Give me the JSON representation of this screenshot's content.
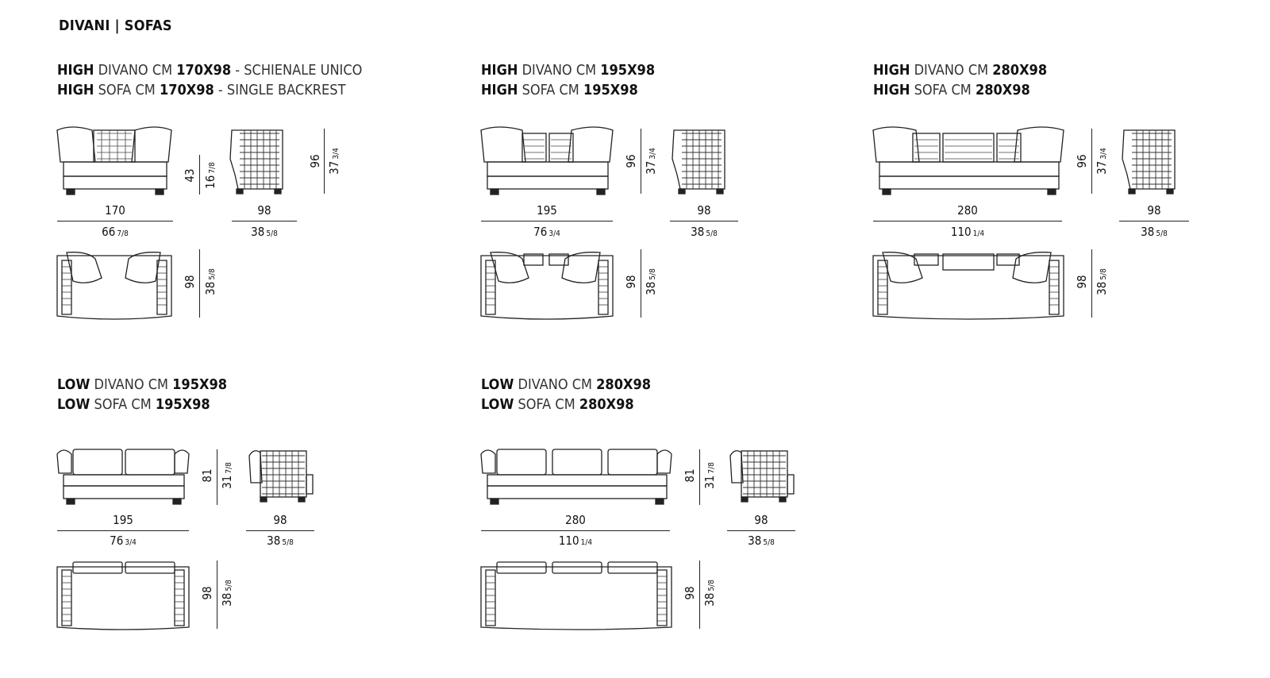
{
  "page_title": "DIVANI | SOFAS",
  "products": [
    {
      "id": "high-170",
      "it": {
        "model": "HIGH",
        "word": "DIVANO CM",
        "size": "170X98",
        "suffix": "- SCHIENALE UNICO"
      },
      "en": {
        "model": "HIGH",
        "word": "SOFA CM",
        "size": "170X98",
        "suffix": "- SINGLE BACKREST"
      },
      "front_width_cm": "170",
      "front_width_in": "66",
      "front_width_in_frac": "7/8",
      "seat_height_cm": "43",
      "seat_height_in": "16",
      "seat_height_in_frac": "7/8",
      "side_depth_cm": "98",
      "side_depth_in": "38",
      "side_depth_in_frac": "5/8",
      "side_height_cm": "96",
      "side_height_in": "37",
      "side_height_in_frac": "3/4",
      "top_depth_cm": "98",
      "top_depth_in": "38",
      "top_depth_in_frac": "5/8"
    },
    {
      "id": "high-195",
      "it": {
        "model": "HIGH",
        "word": "DIVANO CM",
        "size": "195X98",
        "suffix": ""
      },
      "en": {
        "model": "HIGH",
        "word": "SOFA CM",
        "size": "195X98",
        "suffix": ""
      },
      "front_width_cm": "195",
      "front_width_in": "76",
      "front_width_in_frac": "3/4",
      "front_height_cm": "96",
      "front_height_in": "37",
      "front_height_in_frac": "3/4",
      "side_depth_cm": "98",
      "side_depth_in": "38",
      "side_depth_in_frac": "5/8",
      "top_depth_cm": "98",
      "top_depth_in": "38",
      "top_depth_in_frac": "5/8"
    },
    {
      "id": "high-280",
      "it": {
        "model": "HIGH",
        "word": "DIVANO CM",
        "size": "280X98",
        "suffix": ""
      },
      "en": {
        "model": "HIGH",
        "word": "SOFA CM",
        "size": "280X98",
        "suffix": ""
      },
      "front_width_cm": "280",
      "front_width_in": "110",
      "front_width_in_frac": "1/4",
      "front_height_cm": "96",
      "front_height_in": "37",
      "front_height_in_frac": "3/4",
      "side_depth_cm": "98",
      "side_depth_in": "38",
      "side_depth_in_frac": "5/8",
      "top_depth_cm": "98",
      "top_depth_in": "38",
      "top_depth_in_frac": "5/8"
    },
    {
      "id": "low-195",
      "it": {
        "model": "LOW",
        "word": "DIVANO CM",
        "size": "195X98",
        "suffix": ""
      },
      "en": {
        "model": "LOW",
        "word": "SOFA CM",
        "size": "195X98",
        "suffix": ""
      },
      "front_width_cm": "195",
      "front_width_in": "76",
      "front_width_in_frac": "3/4",
      "front_height_cm": "81",
      "front_height_in": "31",
      "front_height_in_frac": "7/8",
      "side_depth_cm": "98",
      "side_depth_in": "38",
      "side_depth_in_frac": "5/8",
      "top_depth_cm": "98",
      "top_depth_in": "38",
      "top_depth_in_frac": "5/8"
    },
    {
      "id": "low-280",
      "it": {
        "model": "LOW",
        "word": "DIVANO CM",
        "size": "280X98",
        "suffix": ""
      },
      "en": {
        "model": "LOW",
        "word": "SOFA CM",
        "size": "280X98",
        "suffix": ""
      },
      "front_width_cm": "280",
      "front_width_in": "110",
      "front_width_in_frac": "1/4",
      "front_height_cm": "81",
      "front_height_in": "31",
      "front_height_in_frac": "7/8",
      "side_depth_cm": "98",
      "side_depth_in": "38",
      "side_depth_in_frac": "5/8",
      "top_depth_cm": "98",
      "top_depth_in": "38",
      "top_depth_in_frac": "5/8"
    }
  ]
}
